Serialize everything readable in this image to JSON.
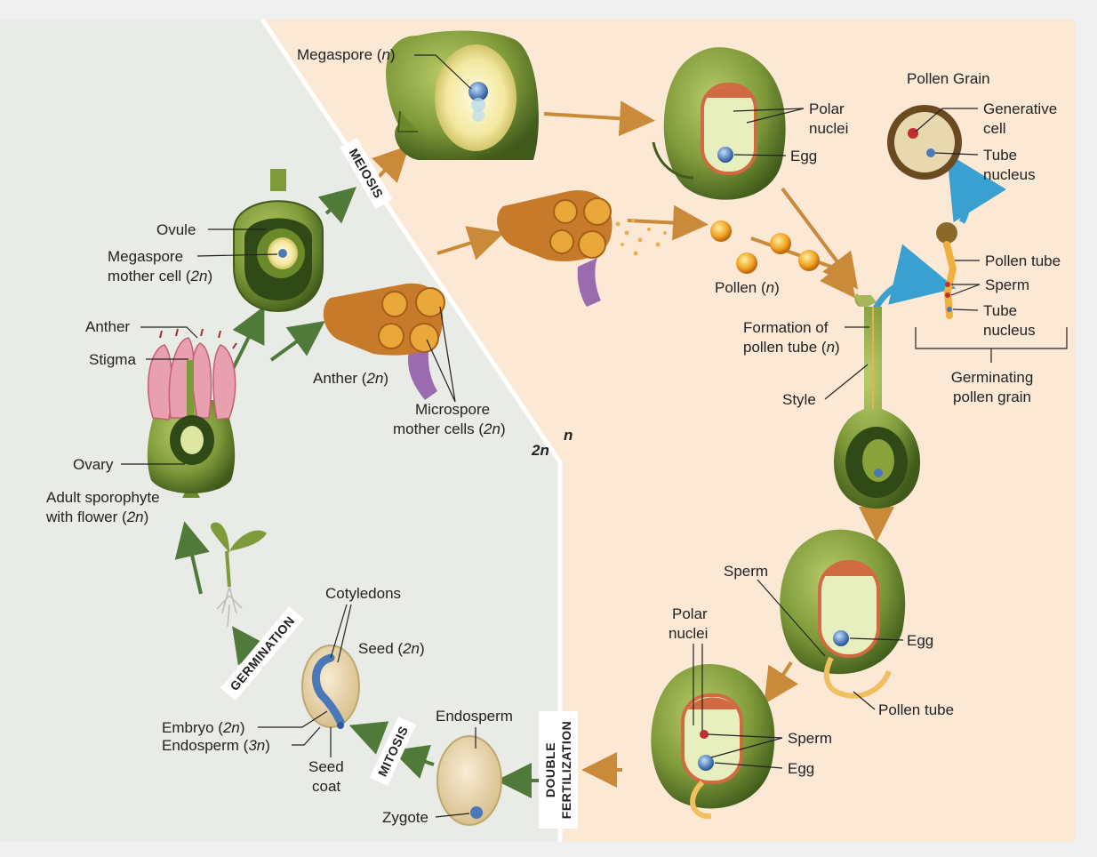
{
  "regions": {
    "diploid_label": "2n",
    "haploid_label": "n"
  },
  "stage_labels": {
    "meiosis": "MEIOSIS",
    "germination": "GERMINATION",
    "mitosis": "MITOSIS",
    "double_fertilization": [
      "DOUBLE",
      "FERTILIZATION"
    ]
  },
  "labels": {
    "megaspore": {
      "text": "Megaspore (",
      "var": "n",
      "close": ")"
    },
    "ovule": "Ovule",
    "megaspore_mother_cell": {
      "line1": "Megaspore",
      "line2": "mother cell (",
      "var": "2n",
      "close": ")"
    },
    "anther_flower": "Anther",
    "stigma": "Stigma",
    "ovary": "Ovary",
    "adult_sporophyte": {
      "line1": "Adult sporophyte",
      "line2": "with flower (",
      "var": "2n",
      "close": ")"
    },
    "anther_2n": {
      "text": "Anther (",
      "var": "2n",
      "close": ")"
    },
    "microspore_mother_cells": {
      "line1": "Microspore",
      "line2": "mother cells (",
      "var": "2n",
      "close": ")"
    },
    "polar_nuclei_top": [
      "Polar",
      "nuclei"
    ],
    "egg_top": "Egg",
    "pollen_grain_title": "Pollen Grain",
    "generative_cell": [
      "Generative",
      "cell"
    ],
    "tube_nucleus_top": [
      "Tube",
      "nucleus"
    ],
    "pollen": {
      "text": "Pollen (",
      "var": "n",
      "close": ")"
    },
    "formation_pollen_tube": {
      "line1": "Formation of",
      "line2": "pollen tube (",
      "var": "n",
      "close": ")"
    },
    "style": "Style",
    "pollen_tube_right": "Pollen tube",
    "sperm_right": "Sperm",
    "tube_nucleus_right": [
      "Tube",
      "nucleus"
    ],
    "germinating_pollen_grain": [
      "Germinating",
      "pollen grain"
    ],
    "sperm_mid": "Sperm",
    "egg_mid": "Egg",
    "pollen_tube_mid": "Pollen tube",
    "polar_nuclei_bottom": [
      "Polar",
      "nuclei"
    ],
    "sperm_bottom": "Sperm",
    "egg_bottom": "Egg",
    "endosperm": "Endosperm",
    "zygote": "Zygote",
    "cotyledons": "Cotyledons",
    "seed": {
      "text": "Seed (",
      "var": "2n",
      "close": ")"
    },
    "embryo": {
      "text": "Embryo (",
      "var": "2n",
      "close": ")"
    },
    "endosperm_3n": {
      "text": "Endosperm (",
      "var": "3n",
      "close": ")"
    },
    "seed_coat": [
      "Seed",
      "coat"
    ]
  },
  "colors": {
    "diploid_bg": "#e8ebe6",
    "haploid_bg": "#fbe9d6",
    "plant_green": "#7f9a3a",
    "dark_green": "#2f4a16",
    "arrow_orange": "#c98a3a",
    "arrow_green": "#4f7a3a",
    "arrow_blue": "#3aa0d0",
    "anther_orange": "#c77a2a",
    "egg_blue": "#4a78b8"
  }
}
